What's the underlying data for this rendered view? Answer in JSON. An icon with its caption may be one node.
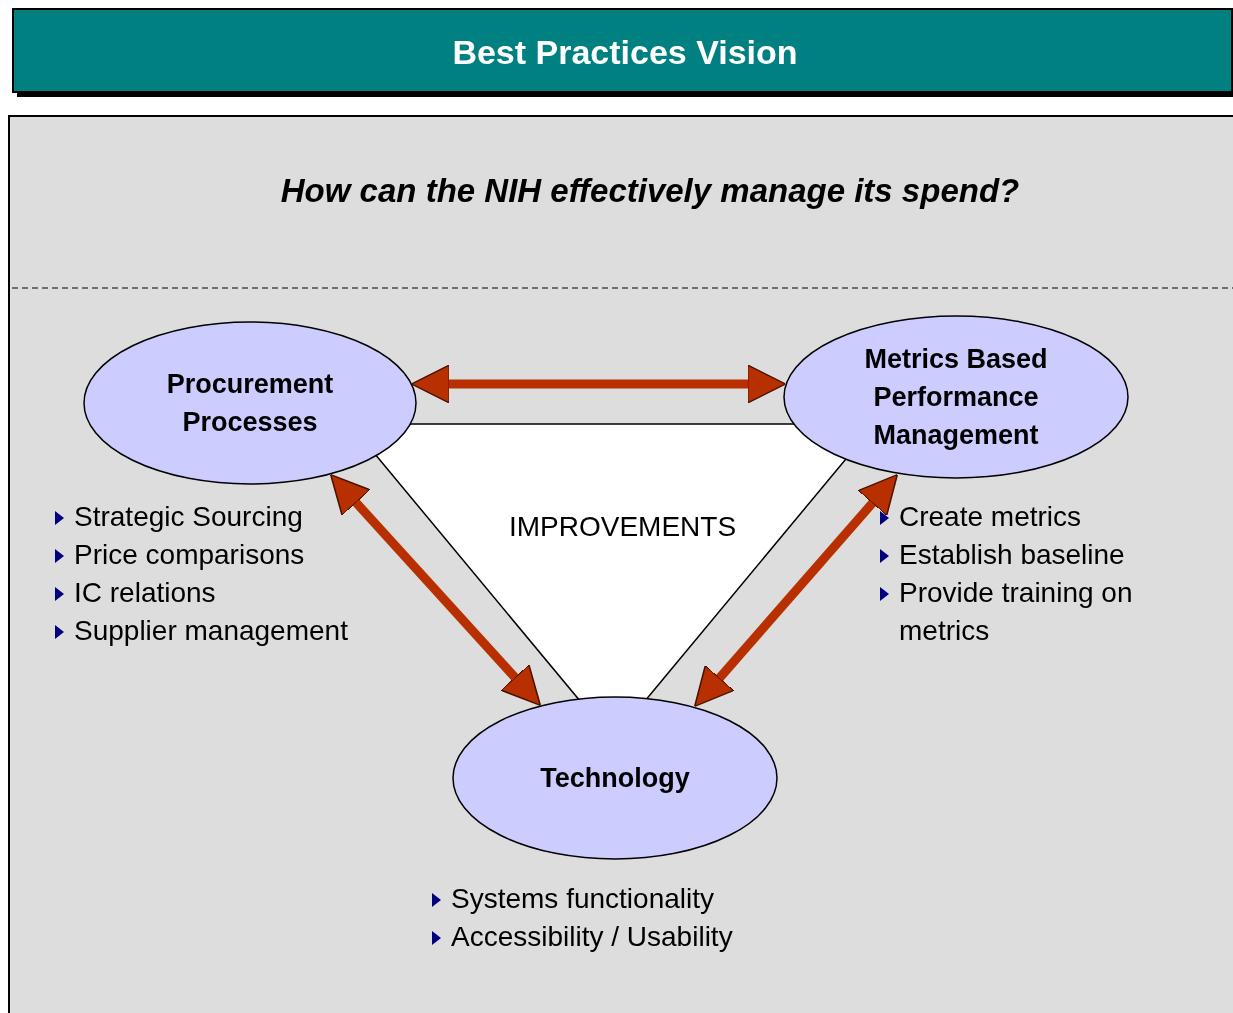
{
  "diagram": {
    "title": "Best Practices Vision",
    "nodes": [
      {
        "text": [
          "Procurement Processes"
        ],
        "beside": [
          "Strategic Sourcing",
          "Price comparisons",
          "IC relations",
          "Supplier management"
        ]
      },
      {
        "text": [
          "Metrics Based Performance Management"
        ],
        "beside": [
          "Create metrics",
          "Establish baseline",
          "Provide training on metrics"
        ]
      },
      {
        "text": [
          "IMPROVEMENTS"
        ]
      },
      {
        "text": [
          "Technology"
        ],
        "beside": [
          "Systems functionality",
          "Accessibility / Usability"
        ]
      }
    ],
    "edges": [
      {
        "from": 0,
        "to": 1,
        "arrow": "both"
      },
      {
        "from": 0,
        "to": 3,
        "arrow": "both"
      },
      {
        "from": 1,
        "to": 3,
        "arrow": "both"
      }
    ],
    "labels": [
      "How can the NIH effectively manage its spend?"
    ]
  }
}
